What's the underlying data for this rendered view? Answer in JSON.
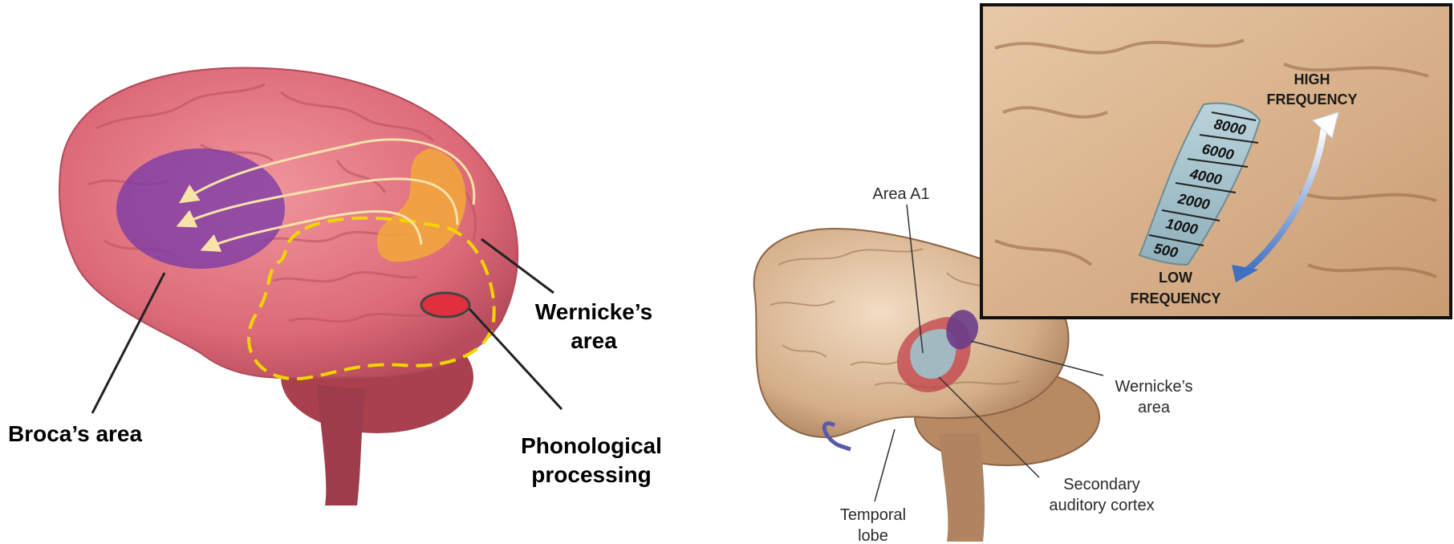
{
  "left_figure": {
    "labels": {
      "broca": "Broca’s area",
      "wernicke_line1": "Wernicke’s",
      "wernicke_line2": "area",
      "phono_line1": "Phonological",
      "phono_line2": "processing"
    },
    "colors": {
      "brain": "#e0727e",
      "broca_overlay": "#7b3aa6",
      "wernicke_overlay": "#f3a83a",
      "phonological_outline": "#f2d400",
      "phonological_spot": "#e0303e",
      "arrows": "#f7e2a8"
    }
  },
  "right_figure": {
    "labels": {
      "area_a1": "Area A1",
      "wernicke_line1": "Wernicke’s",
      "wernicke_line2": "area",
      "secondary_line1": "Secondary",
      "secondary_line2": "auditory cortex",
      "temporal_line1": "Temporal",
      "temporal_line2": "lobe"
    },
    "inset": {
      "high_line1": "HIGH",
      "high_line2": "FREQUENCY",
      "low_line1": "LOW",
      "low_line2": "FREQUENCY",
      "frequencies": [
        "8000",
        "6000",
        "4000",
        "2000",
        "1000",
        "500"
      ]
    },
    "colors": {
      "brain": "#d9b896",
      "a1_region": "#9fc3cc",
      "wernicke_region": "#6a3d8a",
      "secondary_region": "#c0404a",
      "arrow": "#4a78c0"
    }
  }
}
